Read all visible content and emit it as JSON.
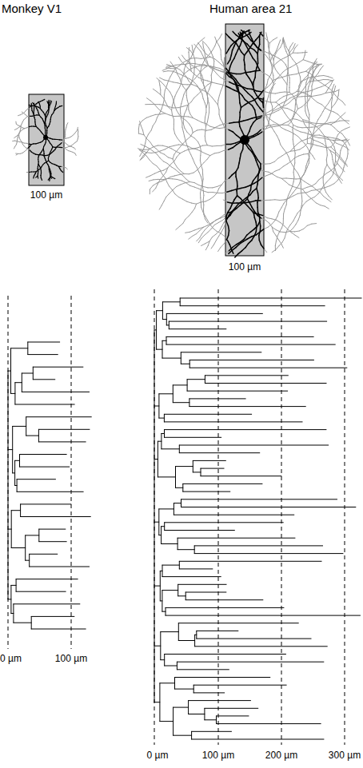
{
  "diagram": {
    "labels": [
      "Monkey V1",
      "Human area 21",
      "100 µm",
      "100 µm",
      "0 µm",
      "100 µm",
      "0 µm",
      "100 µm",
      "200 µm",
      "300 µm"
    ]
  }
}
